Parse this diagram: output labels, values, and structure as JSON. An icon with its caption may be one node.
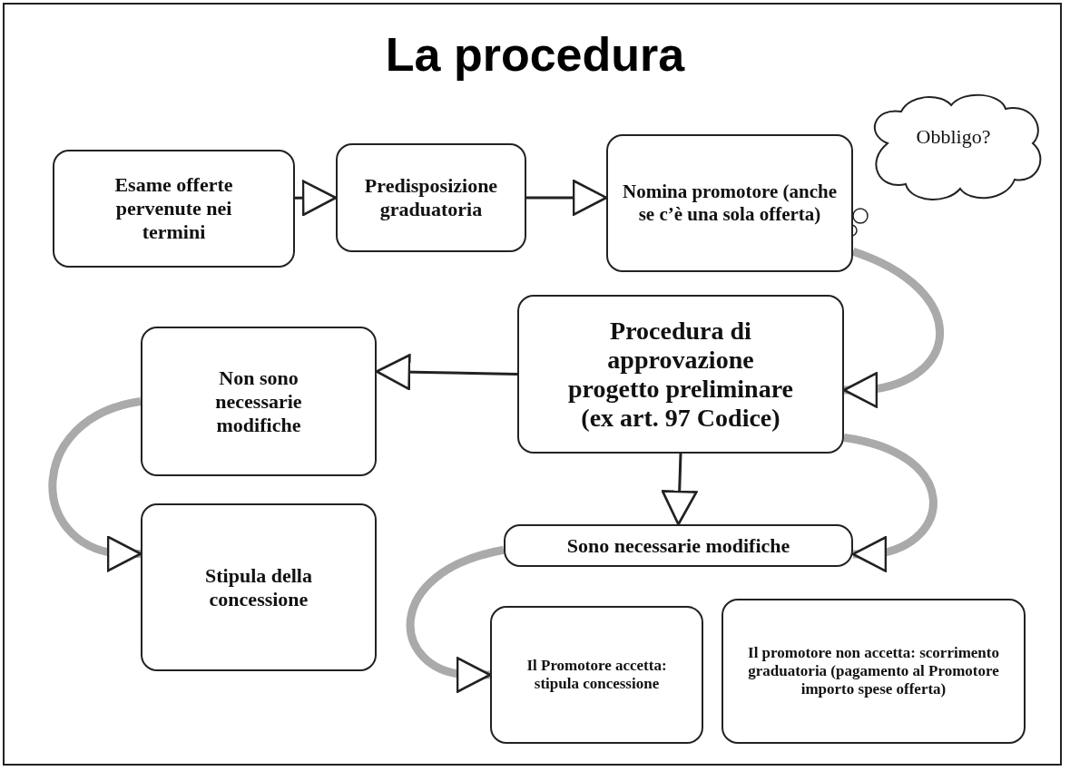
{
  "diagram": {
    "title": "La procedura",
    "nodes": [
      {
        "text": [
          "Esame offerte pervenute nei termini"
        ]
      },
      {
        "text": [
          "Predisposizione graduatoria"
        ]
      },
      {
        "text": [
          "Nomina promotore (anche se c’è una sola offerta)"
        ]
      },
      {
        "text": [
          "Obbligo?"
        ]
      },
      {
        "text": [
          "Procedura di approvazione progetto preliminare (ex art. 97 Codice)"
        ]
      },
      {
        "text": [
          "Non sono necessarie modifiche"
        ]
      },
      {
        "text": [
          "Sono necessarie modifiche"
        ]
      },
      {
        "text": [
          "Stipula della concessione"
        ]
      },
      {
        "text": [
          "Il Promotore accetta: stipula concessione"
        ]
      },
      {
        "text": [
          "Il promotore non accetta: scorrimento graduatoria (pagamento al Promotore importo spese offerta)"
        ]
      }
    ],
    "edges": [
      {
        "from": 0,
        "to": 1,
        "arrow": "to"
      },
      {
        "from": 1,
        "to": 2,
        "arrow": "to"
      },
      {
        "from": 2,
        "to": 4,
        "arrow": "to",
        "style": "thick",
        "color": "#aaaaaa"
      },
      {
        "from": 4,
        "to": 5,
        "arrow": "to"
      },
      {
        "from": 4,
        "to": 6,
        "arrow": "to"
      },
      {
        "from": 4,
        "to": 6,
        "arrow": "to",
        "style": "thick",
        "color": "#aaaaaa"
      },
      {
        "from": 5,
        "to": 7,
        "arrow": "to",
        "style": "thick",
        "color": "#aaaaaa"
      },
      {
        "from": 6,
        "to": 8,
        "arrow": "to",
        "style": "thick",
        "color": "#aaaaaa"
      }
    ]
  }
}
